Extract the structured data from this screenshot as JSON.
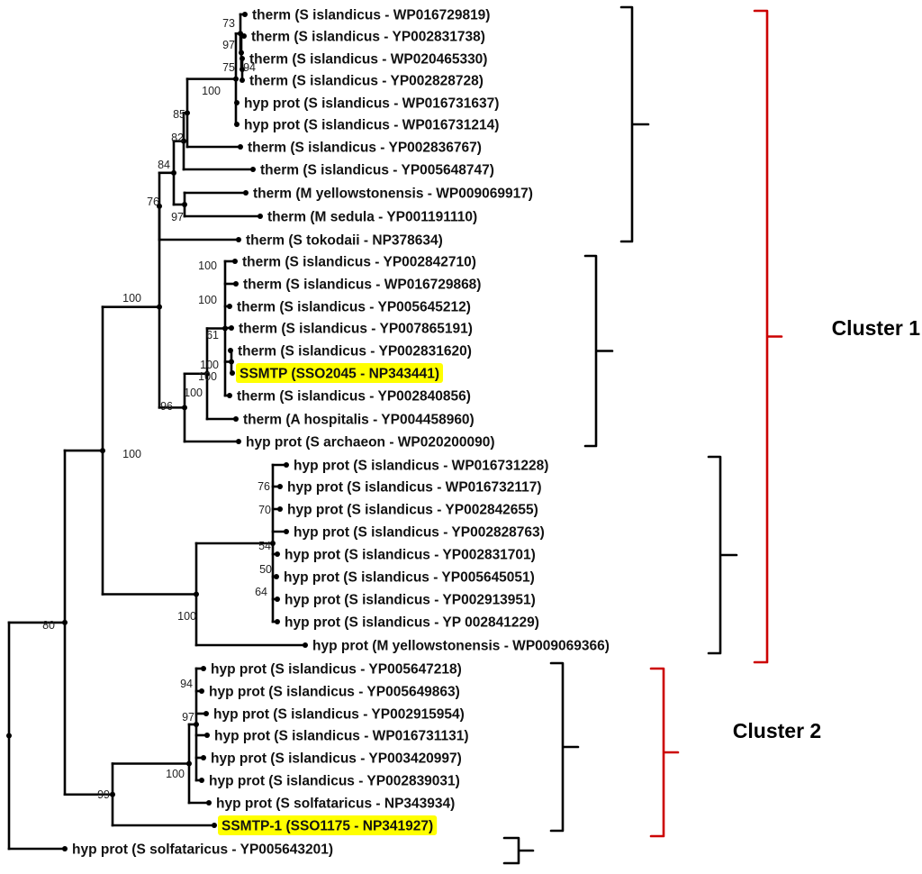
{
  "colors": {
    "highlight": "#ffff00",
    "branch": "#000000",
    "cluster": "#cc0000",
    "clade_brace": "#000000"
  },
  "leaves": [
    "therm (S islandicus - WP016729819)",
    "therm  (S islandicus - YP002831738)",
    "therm (S islandicus - WP020465330)",
    "therm (S islandicus - YP002828728)",
    "hyp prot (S islandicus - WP016731637)",
    "hyp prot (S islandicus - WP016731214)",
    "therm (S islandicus - YP002836767)",
    "therm (S islandicus - YP005648747)",
    "therm (M yellowstonensis - WP009069917)",
    "therm (M sedula - YP001191110)",
    "therm (S tokodaii - NP378634)",
    "therm (S islandicus - YP002842710)",
    "therm (S islandicus - WP016729868)",
    "therm (S islandicus - YP005645212)",
    "therm (S islandicus - YP007865191)",
    "therm (S islandicus - YP002831620)",
    "SSMTP (SSO2045 - NP343441)",
    "therm (S islandicus - YP002840856)",
    "therm (A hospitalis - YP004458960)",
    "hyp prot (S archaeon - WP020200090)",
    "hyp prot (S islandicus - WP016731228)",
    "hyp prot (S islandicus - WP016732117)",
    "hyp prot (S islandicus - YP002842655)",
    "hyp prot (S islandicus - YP002828763)",
    "hyp prot (S islandicus - YP002831701)",
    "hyp prot (S islandicus - YP005645051)",
    "hyp prot (S islandicus - YP002913951)",
    "hyp prot (S islandicus - YP 002841229)",
    "hyp prot (M yellowstonensis - WP009069366)",
    "hyp prot (S islandicus - YP005647218)",
    "hyp prot (S islandicus - YP005649863)",
    "hyp prot (S islandicus - YP002915954)",
    "hyp prot (S islandicus - WP016731131)",
    "hyp prot (S islandicus - YP003420997)",
    "hyp prot (S islandicus - YP002839031)",
    "hyp prot (S solfataricus - NP343934)",
    "SSMTP-1 (SSO1175 - NP341927)",
    "hyp prot (S solfataricus - YP005643201)"
  ],
  "highlighted_leaves": [
    "SSMTP (SSO2045 - NP343441)",
    "SSMTP-1 (SSO1175 - NP341927)"
  ],
  "bootstrap_values": [
    "73",
    "97",
    "75",
    "94",
    "100",
    "85",
    "82",
    "84",
    "97",
    "76",
    "100",
    "100",
    "100",
    "61",
    "100",
    "100",
    "96",
    "100",
    "100",
    "76",
    "70",
    "54",
    "50",
    "64",
    "100",
    "80",
    "94",
    "97",
    "100",
    "99"
  ],
  "clusters": [
    {
      "label": "Cluster 1"
    },
    {
      "label": "Cluster 2"
    }
  ]
}
